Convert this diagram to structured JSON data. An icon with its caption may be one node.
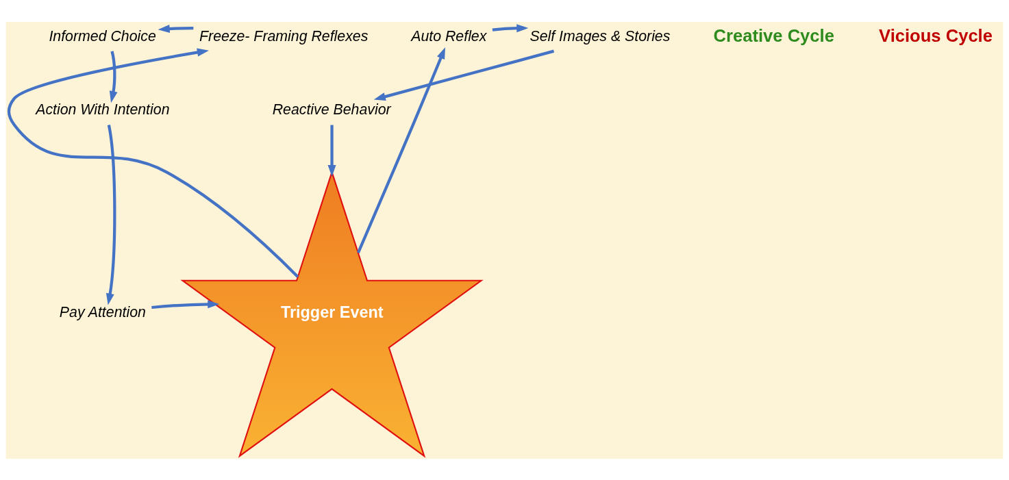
{
  "diagram": {
    "nodes": [
      {
        "text": [
          "Trigger Event"
        ]
      },
      {
        "text": [
          "Freeze- Framing Reflexes"
        ]
      },
      {
        "text": [
          "Informed Choice"
        ]
      },
      {
        "text": [
          "Action With Intention"
        ]
      },
      {
        "text": [
          "Pay Attention"
        ]
      },
      {
        "text": [
          "Auto Reflex"
        ]
      },
      {
        "text": [
          "Self Images & Stories"
        ]
      },
      {
        "text": [
          "Reactive Behavior"
        ]
      }
    ],
    "edges": [
      {
        "from": 0,
        "to": 1,
        "arrow": "to"
      },
      {
        "from": 1,
        "to": 2,
        "arrow": "to"
      },
      {
        "from": 2,
        "to": 3,
        "arrow": "to"
      },
      {
        "from": 3,
        "to": 4,
        "arrow": "to"
      },
      {
        "from": 4,
        "to": 0,
        "arrow": "to"
      },
      {
        "from": 0,
        "to": 5,
        "arrow": "to"
      },
      {
        "from": 5,
        "to": 6,
        "arrow": "to"
      },
      {
        "from": 6,
        "to": 7,
        "arrow": "to"
      },
      {
        "from": 7,
        "to": 0,
        "arrow": "to"
      }
    ],
    "labels": [
      "Creative Cycle",
      "Vicious Cycle"
    ]
  }
}
